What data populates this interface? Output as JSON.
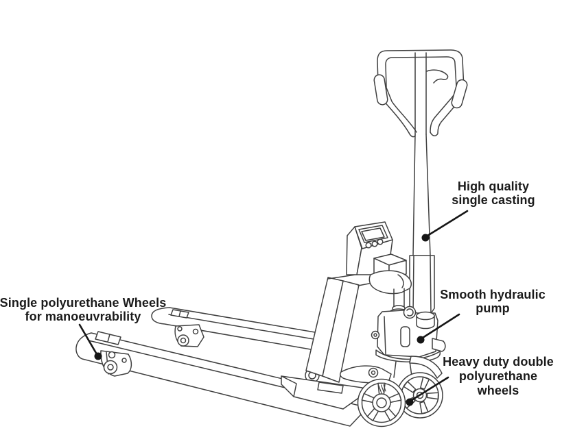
{
  "diagram": {
    "background": "#ffffff",
    "line_color": "#3f3f3f",
    "text_color": "#1b1b1b",
    "arrow_color": "#161616",
    "labels": {
      "single_casting": {
        "lines": [
          "High quality",
          "single casting"
        ]
      },
      "hydraulic_pump": {
        "lines": [
          "Smooth hydraulic",
          "pump"
        ]
      },
      "double_wheels": {
        "lines": [
          "Heavy duty double",
          "polyurethane",
          "wheels"
        ]
      },
      "single_wheels": {
        "lines": [
          "Single polyurethane Wheels",
          "for manoeuvrability"
        ]
      }
    }
  }
}
